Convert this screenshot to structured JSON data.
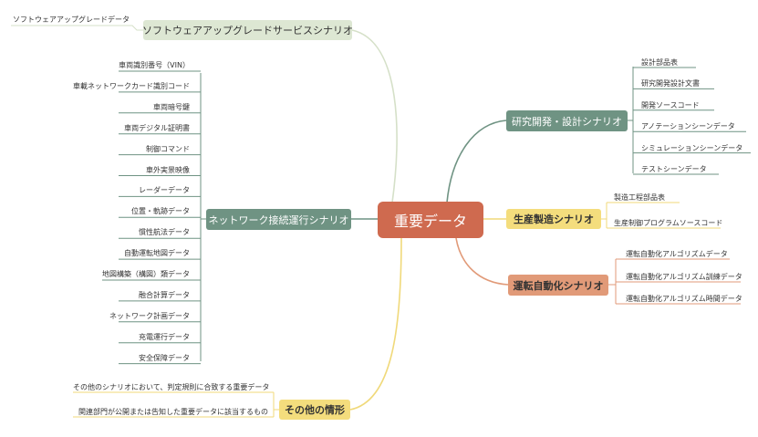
{
  "center": "重要データ",
  "branches": {
    "software_upgrade": {
      "label": "ソフトウェアアップグレードサービスシナリオ",
      "items": [
        "ソフトウェアアップグレードデータ"
      ]
    },
    "network_operation": {
      "label": "ネットワーク接続運行シナリオ",
      "items": [
        "車両識別番号（VIN）",
        "車載ネットワークカード識別コード",
        "車両暗号鍵",
        "車両デジタル証明書",
        "制御コマンド",
        "車外実景映像",
        "レーダーデータ",
        "位置・軌跡データ",
        "慣性航法データ",
        "自動運転地図データ",
        "地図構築（構図）類データ",
        "融合計算データ",
        "ネットワーク計画データ",
        "充電運行データ",
        "安全保障データ"
      ]
    },
    "other": {
      "label": "その他の情形",
      "items": [
        "その他のシナリオにおいて、判定規則に合致する重要データ",
        "関連部門が公開または告知した重要データに該当するもの"
      ]
    },
    "rnd_design": {
      "label": "研究開発・設計シナリオ",
      "items": [
        "設計部品表",
        "研究開発設計文書",
        "開発ソースコード",
        "アノテーションシーンデータ",
        "シミュレーションシーンデータ",
        "テストシーンデータ"
      ]
    },
    "manufacturing": {
      "label": "生産製造シナリオ",
      "items": [
        "製造工程部品表",
        "生産制御プログラムソースコード"
      ]
    },
    "autonomous": {
      "label": "運転自動化シナリオ",
      "items": [
        "運転自動化アルゴリズムデータ",
        "運転自動化アルゴリズム訓練データ",
        "運転自動化アルゴリズム時間データ"
      ]
    }
  },
  "colors": {
    "center": "#cf6a4f",
    "green_dark": "#6f9383",
    "green_light": "#dde7d3",
    "yellow": "#f4dd7d",
    "orange": "#e19a78"
  }
}
